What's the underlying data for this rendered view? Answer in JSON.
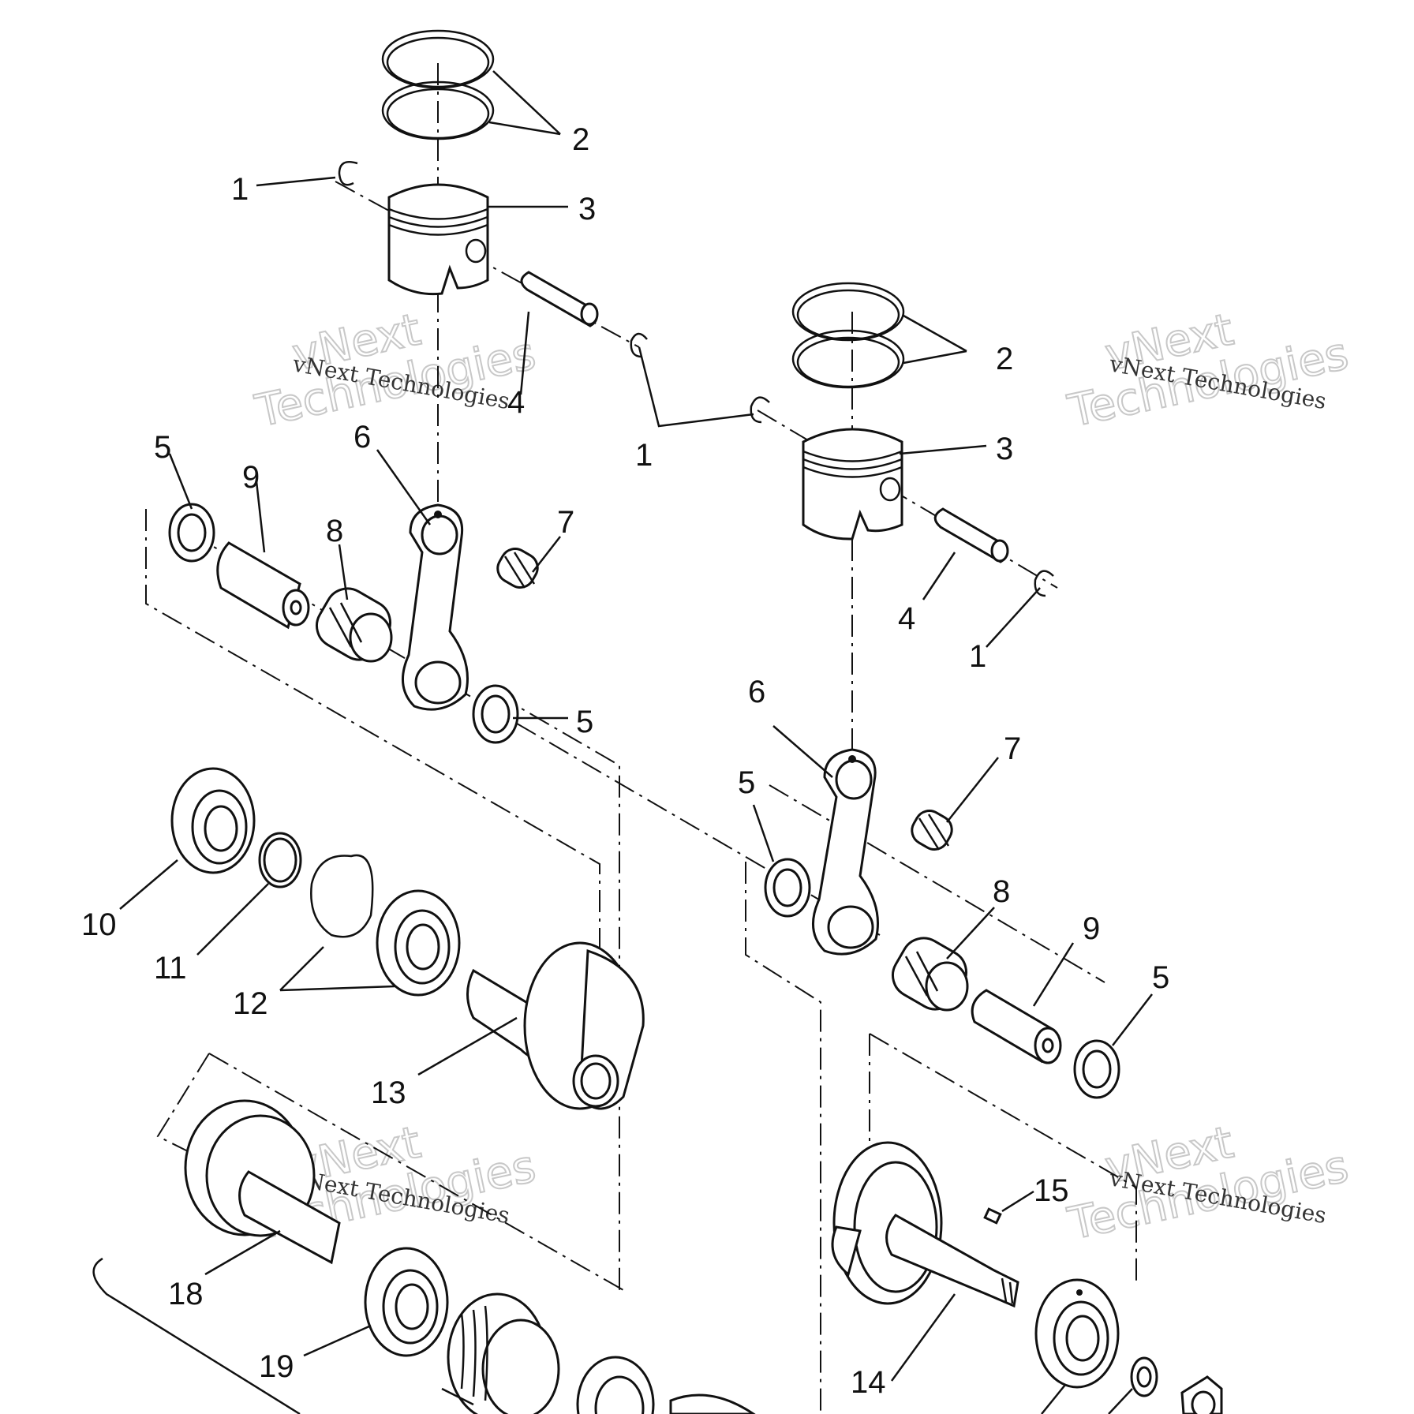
{
  "diagram": {
    "callouts": [
      {
        "id": "c1a",
        "text": "1"
      },
      {
        "id": "c2a",
        "text": "2"
      },
      {
        "id": "c3a",
        "text": "3"
      },
      {
        "id": "c4a",
        "text": "4"
      },
      {
        "id": "c5a",
        "text": "5"
      },
      {
        "id": "c9a",
        "text": "9"
      },
      {
        "id": "c6a",
        "text": "6"
      },
      {
        "id": "c8a",
        "text": "8"
      },
      {
        "id": "c7a",
        "text": "7"
      },
      {
        "id": "c5b",
        "text": "5"
      },
      {
        "id": "c2b",
        "text": "2"
      },
      {
        "id": "c1b",
        "text": "1"
      },
      {
        "id": "c3b",
        "text": "3"
      },
      {
        "id": "c4b",
        "text": "4"
      },
      {
        "id": "c1c",
        "text": "1"
      },
      {
        "id": "c6b",
        "text": "6"
      },
      {
        "id": "c7b",
        "text": "7"
      },
      {
        "id": "c5c",
        "text": "5"
      },
      {
        "id": "c8b",
        "text": "8"
      },
      {
        "id": "c9b",
        "text": "9"
      },
      {
        "id": "c5d",
        "text": "5"
      },
      {
        "id": "c10",
        "text": "10"
      },
      {
        "id": "c11",
        "text": "11"
      },
      {
        "id": "c12",
        "text": "12"
      },
      {
        "id": "c13",
        "text": "13"
      },
      {
        "id": "c15",
        "text": "15"
      },
      {
        "id": "c18",
        "text": "18"
      },
      {
        "id": "c19",
        "text": "19"
      },
      {
        "id": "c14",
        "text": "14"
      }
    ],
    "watermark": {
      "small": "vNext Technologies",
      "big_line1": "vNext",
      "big_line2": "Technologies"
    }
  }
}
